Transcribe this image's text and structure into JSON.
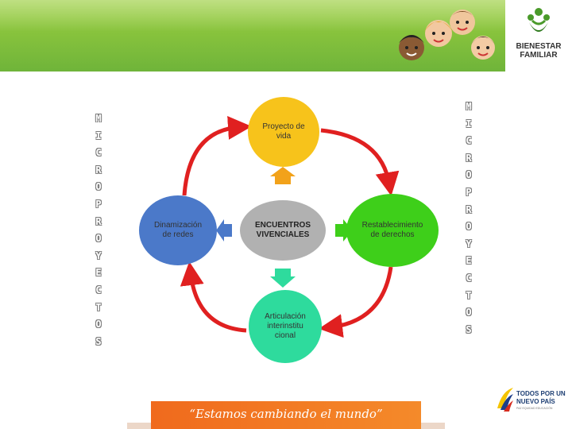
{
  "header": {
    "logo_line1": "BIENESTAR",
    "logo_line2": "FAMILIAR"
  },
  "vertical_text_left": [
    "M",
    "I",
    "C",
    "R",
    "O",
    "P",
    "R",
    "O",
    "Y",
    "E",
    "C",
    "T",
    "O",
    "S"
  ],
  "vertical_text_right": [
    "M",
    "I",
    "C",
    "R",
    "O",
    "P",
    "R",
    "O",
    "Y",
    "E",
    "C",
    "T",
    "O",
    "S"
  ],
  "nodes": {
    "top": {
      "line1": "Proyecto de",
      "line2": "vida"
    },
    "left": {
      "line1": "Dinamización",
      "line2": "de redes"
    },
    "center": {
      "line1": "ENCUENTROS",
      "line2": "VIVENCIALES"
    },
    "right": {
      "line1": "Restablecimiento",
      "line2": "de derechos"
    },
    "bottom": {
      "line1": "Articulación",
      "line2": "interinstitu",
      "line3": "cional"
    }
  },
  "slogan": "“Estamos cambiando el mundo”",
  "gov_logo": {
    "line1": "TODOS POR UN",
    "line2": "NUEVO PAÍS",
    "line3": "PAZ   EQUIDAD   EDUCACIÓN"
  },
  "colors": {
    "header_green": "#7bbf3c",
    "node_top": "#f7c31b",
    "node_left": "#4b79c9",
    "node_center": "#b1b1b1",
    "node_right": "#3ecf1a",
    "node_bottom": "#2edb9d",
    "cycle_arrow": "#e02020",
    "slogan_bar": "#f27524"
  },
  "icons": [
    "kids-illustration-icon",
    "family-logo-icon",
    "colombia-flag-swoosh-icon"
  ]
}
